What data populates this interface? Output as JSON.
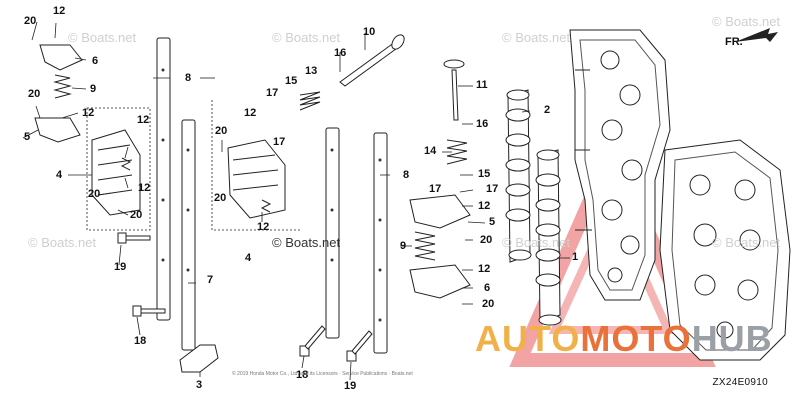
{
  "diagram": {
    "code": "ZX24E0910",
    "front_marker": "FR.",
    "watermark": "© Boats.net",
    "footer_text": "© 2019 Honda Motor Co., Ltd. and its Licensors · Service Publications · Boats.net",
    "brand": {
      "part1": "AUTO",
      "part2": "MOTO",
      "part3": "HUB",
      "color1": "#f2b04a",
      "color2": "#e8723a",
      "color3": "#9aa0a6"
    }
  },
  "callouts": [
    "20",
    "12",
    "6",
    "9",
    "20",
    "12",
    "5",
    "4",
    "20",
    "12",
    "12",
    "20",
    "19",
    "8",
    "20",
    "12",
    "17",
    "15",
    "13",
    "17",
    "20",
    "12",
    "7",
    "8",
    "16",
    "10",
    "11",
    "2",
    "16",
    "14",
    "15",
    "17",
    "17",
    "12",
    "5",
    "20",
    "9",
    "12",
    "6",
    "20",
    "1",
    "3",
    "18",
    "18",
    "19",
    "4"
  ]
}
